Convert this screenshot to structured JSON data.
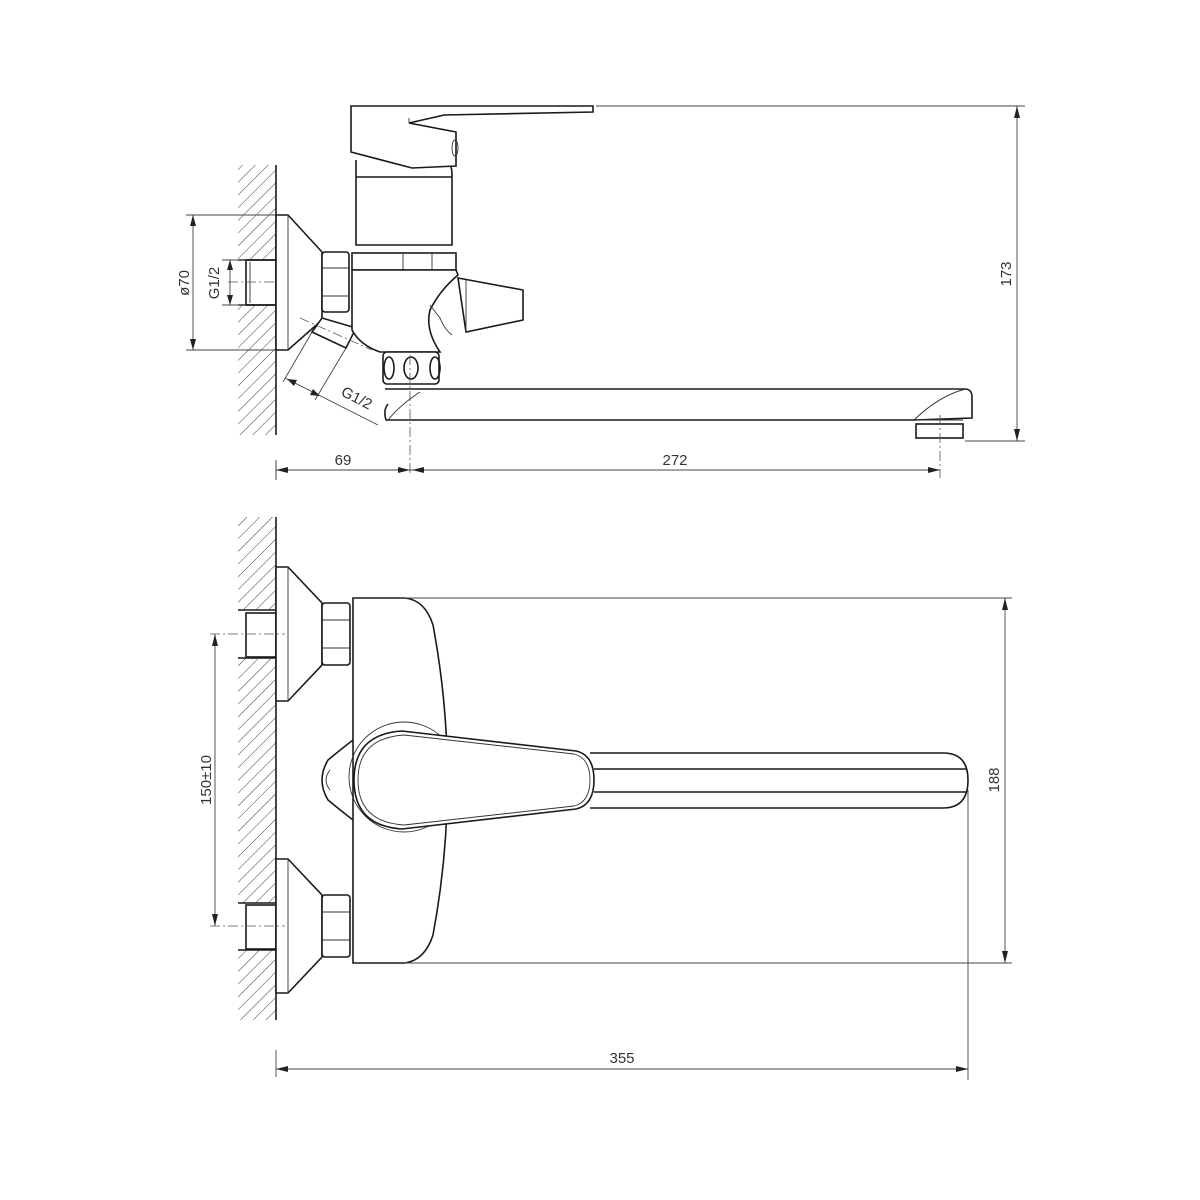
{
  "drawing": {
    "subject": "Wall-mounted single-lever bath/shower mixer with long swivel spout",
    "views": [
      {
        "name": "side-view",
        "dimensions": {
          "flange_diameter": "ø70",
          "wall_inlet_thread": "G1/2",
          "diverter_outlet_thread": "G1/2",
          "wall_to_spout_axis": "69",
          "spout_reach": "272",
          "overall_height": "173"
        }
      },
      {
        "name": "top-view",
        "dimensions": {
          "inlet_centers": "150±10",
          "body_depth": "188",
          "overall_length": "355"
        }
      }
    ]
  },
  "colors": {
    "line": "#1a1a1a",
    "dimension": "#444444",
    "background": "#ffffff"
  }
}
